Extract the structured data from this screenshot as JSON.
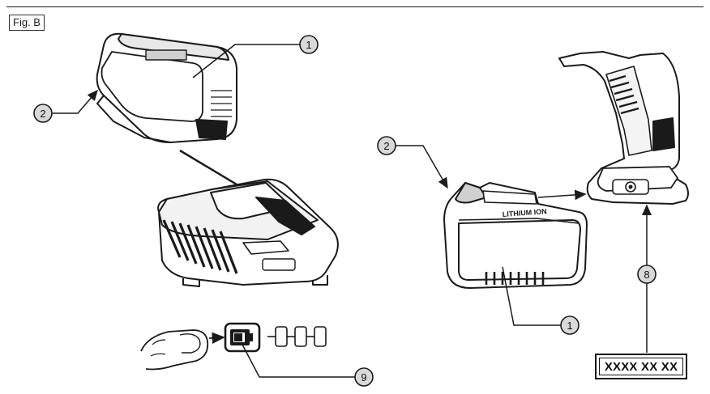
{
  "figure_label": "Fig. B",
  "callouts": [
    {
      "id": "battery-top",
      "number": "1"
    },
    {
      "id": "battery-release-top",
      "number": "2"
    },
    {
      "id": "battery-release-right",
      "number": "2"
    },
    {
      "id": "battery-right",
      "number": "1"
    },
    {
      "id": "date-code",
      "number": "8"
    },
    {
      "id": "fuel-gauge",
      "number": "9"
    }
  ],
  "date_code_box": "XXXX XX XX",
  "battery_side_text": "LITHIUM ION",
  "colors": {
    "line": "#1a1a1a",
    "callout_fill": "#d9d9d9"
  }
}
